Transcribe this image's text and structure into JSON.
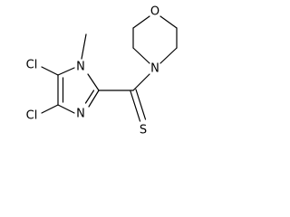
{
  "molecule": {
    "atoms": {
      "cl_upper": "Cl",
      "cl_lower": "Cl",
      "n_methyl": "N",
      "n_imine": "N",
      "n_morpholine": "N",
      "o_morpholine": "O",
      "s_thione": "S"
    }
  }
}
